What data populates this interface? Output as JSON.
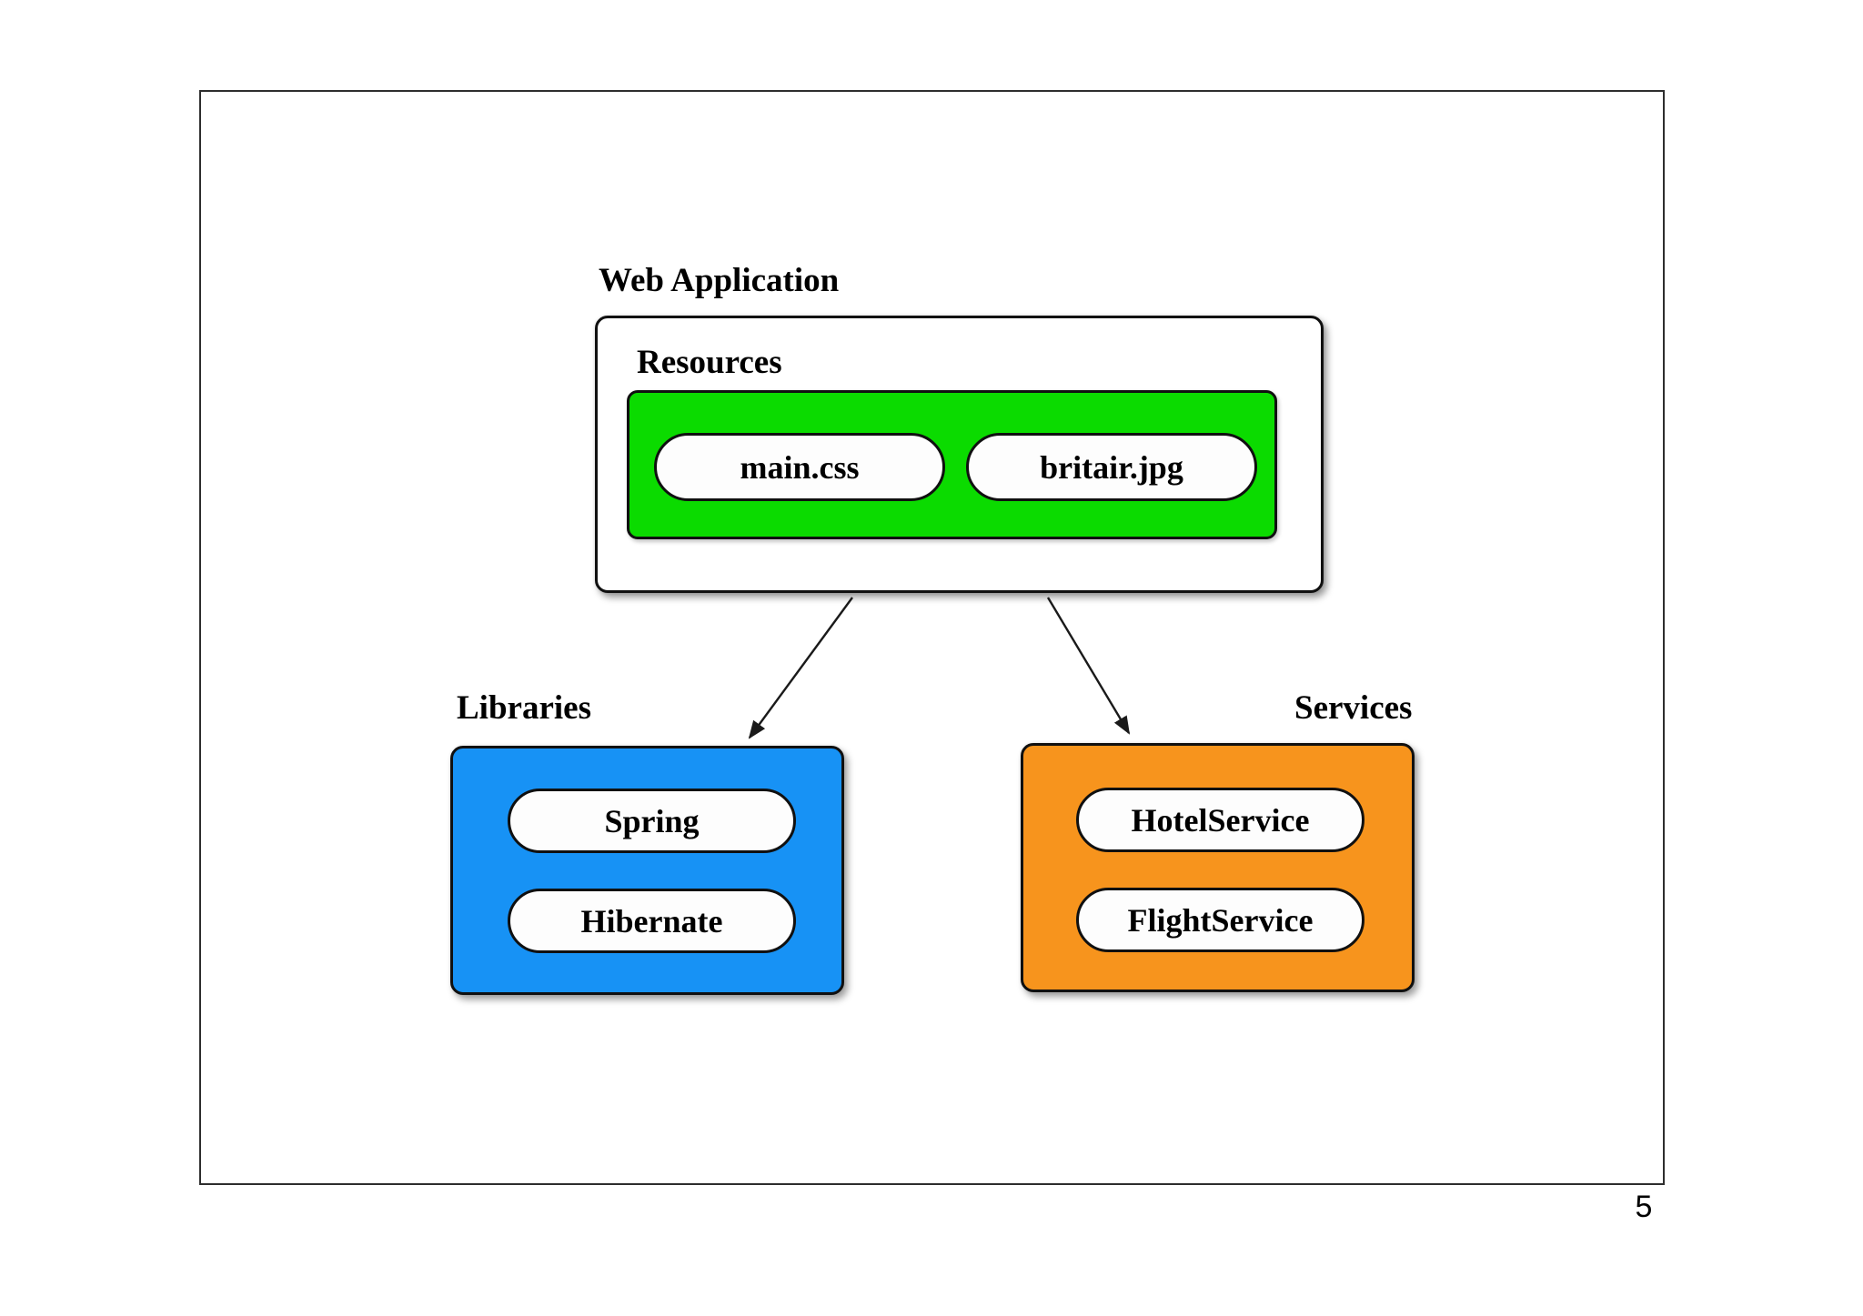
{
  "slide": {
    "page_number": "5"
  },
  "colors": {
    "resources_box": "#0bdb00",
    "libraries_box": "#1792f5",
    "services_box": "#f7941d",
    "arrow": "#1a1a1a"
  },
  "diagram": {
    "web_application": {
      "label": "Web Application"
    },
    "resources": {
      "label": "Resources",
      "items": [
        "main.css",
        "britair.jpg"
      ]
    },
    "libraries": {
      "label": "Libraries",
      "items": [
        "Spring",
        "Hibernate"
      ]
    },
    "services": {
      "label": "Services",
      "items": [
        "HotelService",
        "FlightService"
      ]
    }
  }
}
